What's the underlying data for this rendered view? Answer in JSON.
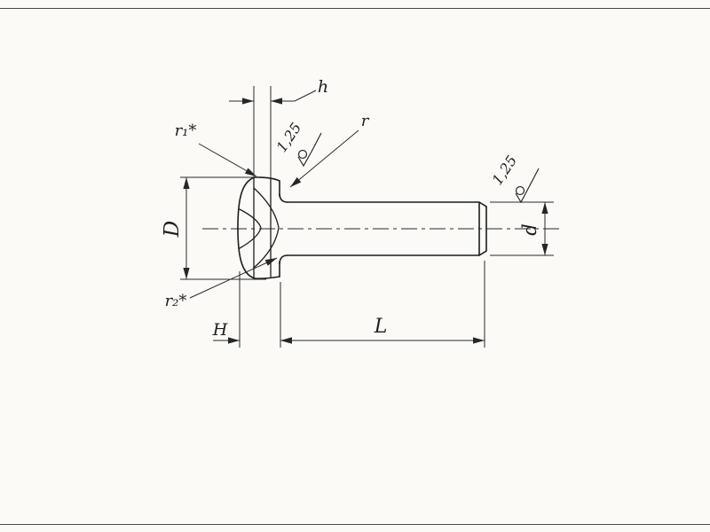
{
  "drawing": {
    "colors": {
      "ink": "#262626",
      "paper": "#fbfaf7",
      "border": "#4a4a4a"
    },
    "dimensions": {
      "slot_depth_label": "h",
      "head_height_label": "H",
      "length_label": "L",
      "head_diameter_label": "D",
      "shank_diameter_label": "d"
    },
    "radii": {
      "r1_label": "r₁*",
      "r_label": "r",
      "r2_label": "r₂*"
    },
    "roughness": {
      "head_value": "1,25",
      "shank_value": "1,25"
    }
  }
}
